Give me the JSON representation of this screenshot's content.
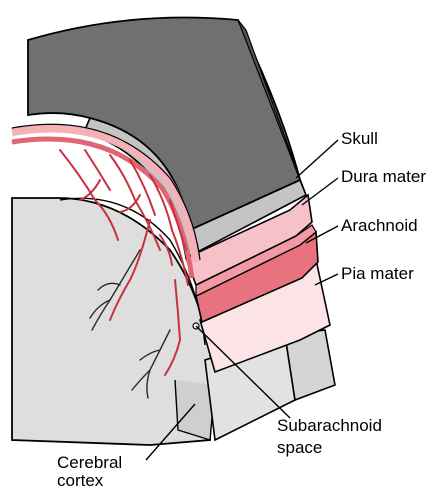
{
  "labels": {
    "skull": "Skull",
    "dura_mater": "Dura mater",
    "arachnoid": "Arachnoid",
    "pia_mater": "Pia mater",
    "subarachnoid_line1": "Subarachnoid",
    "subarachnoid_line2": "space",
    "cerebral_line1": "Cerebral",
    "cerebral_line2": "cortex"
  },
  "colors": {
    "skull_top": "#6f6f6f",
    "skull_side": "#4f4f4f",
    "bone": "#bdbdbd",
    "dura": "#f6c0c4",
    "arachnoid": "#e8707e",
    "pia": "#fbe1e3",
    "cortex": "#dcdcdc",
    "vessel": "#d43a4d"
  }
}
